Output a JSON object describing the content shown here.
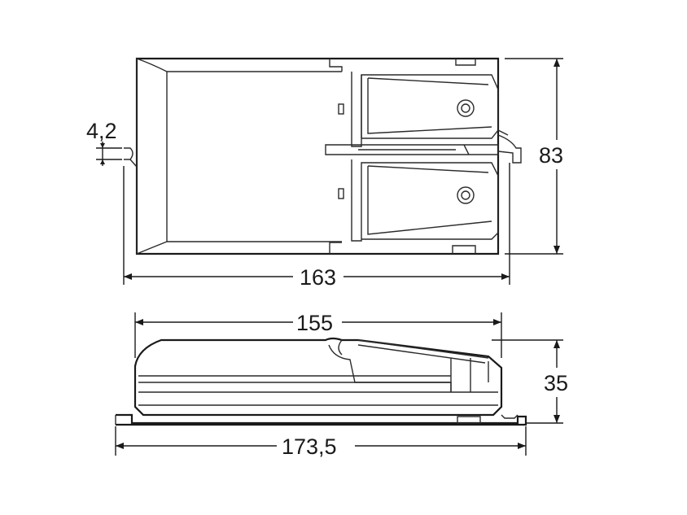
{
  "dimensions": {
    "top_width": "163",
    "top_height": "83",
    "small_gap": "4,2",
    "side_top_width": "155",
    "side_height": "35",
    "side_bottom_width": "173,5"
  },
  "colors": {
    "line": "#2a2a2a",
    "background": "#ffffff"
  }
}
